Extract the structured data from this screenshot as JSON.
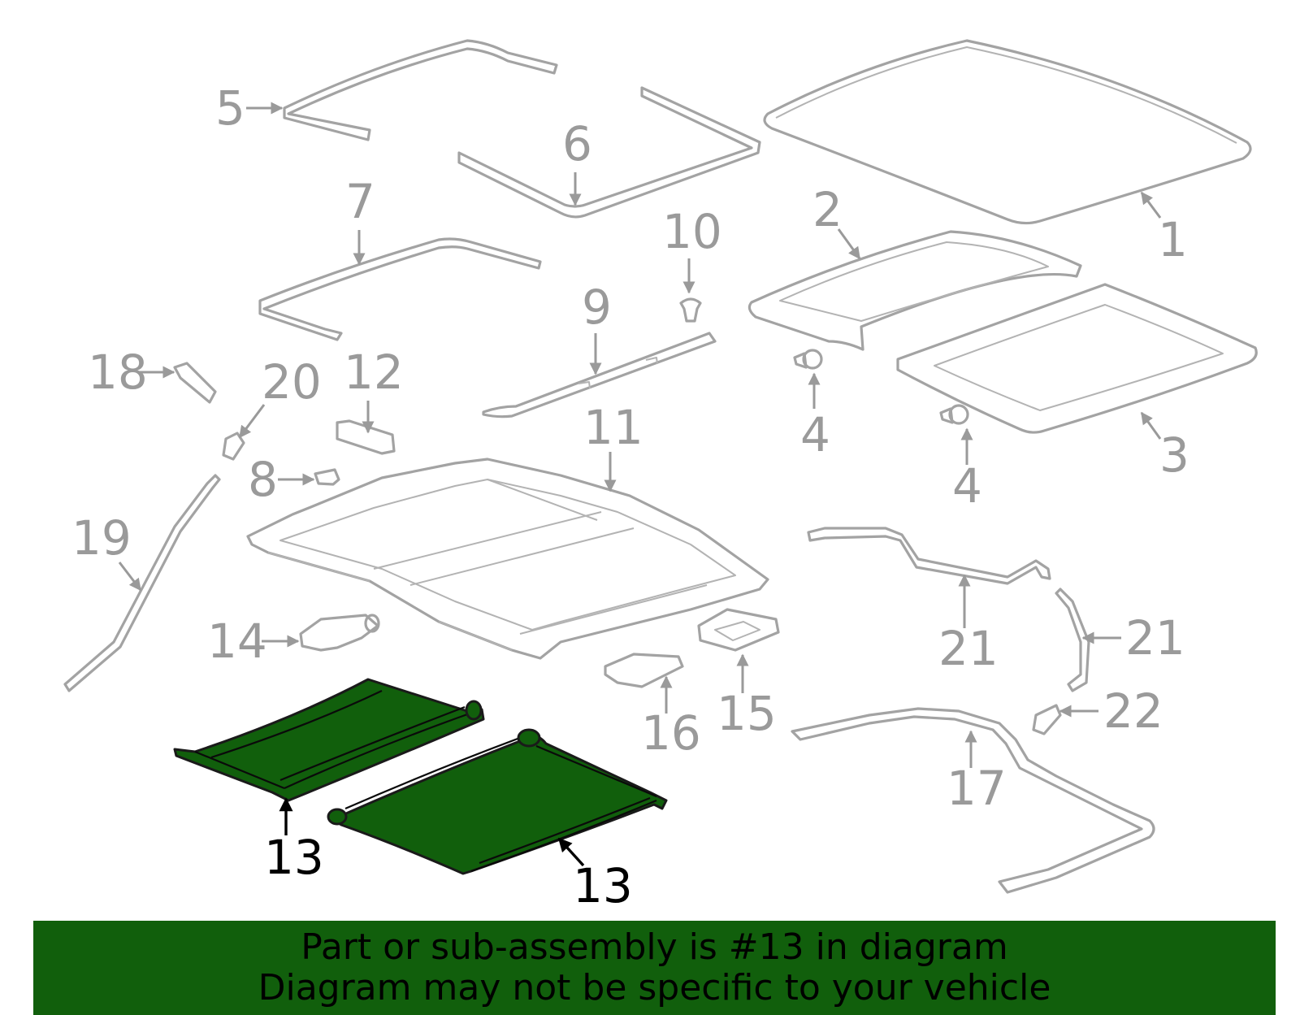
{
  "callouts": [
    {
      "id": "1",
      "label": "1"
    },
    {
      "id": "2",
      "label": "2"
    },
    {
      "id": "3",
      "label": "3"
    },
    {
      "id": "4a",
      "label": "4"
    },
    {
      "id": "4b",
      "label": "4"
    },
    {
      "id": "5",
      "label": "5"
    },
    {
      "id": "6",
      "label": "6"
    },
    {
      "id": "7",
      "label": "7"
    },
    {
      "id": "8",
      "label": "8"
    },
    {
      "id": "9",
      "label": "9"
    },
    {
      "id": "10",
      "label": "10"
    },
    {
      "id": "11",
      "label": "11"
    },
    {
      "id": "12",
      "label": "12"
    },
    {
      "id": "13a",
      "label": "13"
    },
    {
      "id": "13b",
      "label": "13"
    },
    {
      "id": "14",
      "label": "14"
    },
    {
      "id": "15",
      "label": "15"
    },
    {
      "id": "16",
      "label": "16"
    },
    {
      "id": "17",
      "label": "17"
    },
    {
      "id": "18",
      "label": "18"
    },
    {
      "id": "19",
      "label": "19"
    },
    {
      "id": "20",
      "label": "20"
    },
    {
      "id": "21a",
      "label": "21"
    },
    {
      "id": "21b",
      "label": "21"
    },
    {
      "id": "22",
      "label": "22"
    }
  ],
  "banner": {
    "line1": "Part or sub-assembly is #13 in diagram",
    "line2": "Diagram may not be specific to your vehicle"
  },
  "colors": {
    "highlight": "#115f0c",
    "part_outline": "#a3a3a3",
    "callout_text": "#9a9a9a",
    "highlight_text": "#000000"
  }
}
